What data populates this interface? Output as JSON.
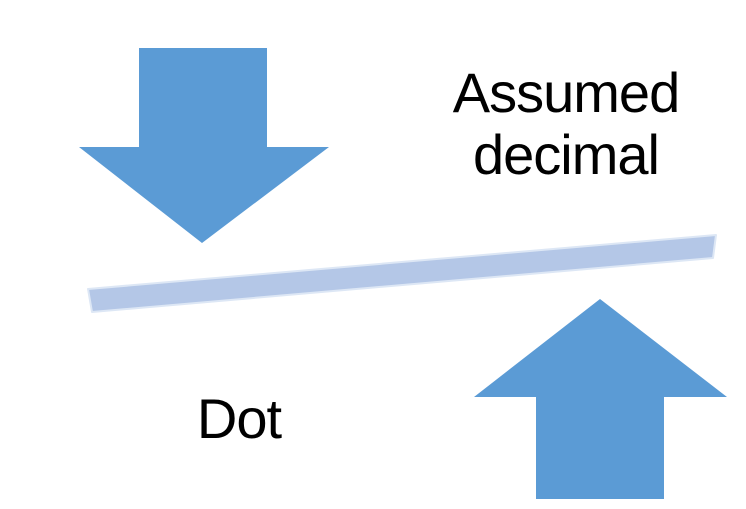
{
  "diagram": {
    "title": "Assumed decimal vs Dot seesaw diagram",
    "labels": {
      "assumed_line1": "Assumed",
      "assumed_line2": "decimal",
      "dot": "Dot"
    },
    "colors": {
      "arrow": "#5B9BD5",
      "beam": "#B4C7E7",
      "beam_edge": "#DDE7F5",
      "text": "#000000",
      "background": "#FFFFFF"
    },
    "shapes": {
      "down_arrow": "down-arrow pressing on assumed-decimal side",
      "beam": "tilted-beam seesaw bar",
      "up_arrow": "up-arrow lifting dot side"
    }
  }
}
